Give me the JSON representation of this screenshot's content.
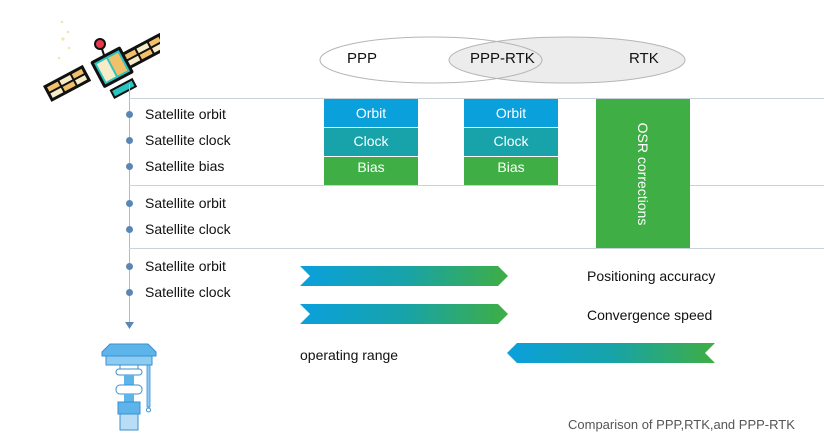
{
  "venn": {
    "left": "PPP",
    "overlap": "PPP-RTK",
    "right": "RTK"
  },
  "groups": [
    {
      "items": [
        "Satellite orbit",
        "Satellite clock",
        "Satellite bias"
      ]
    },
    {
      "items": [
        "Satellite orbit",
        "Satellite clock"
      ]
    },
    {
      "items": [
        "Satellite orbit",
        "Satellite clock"
      ]
    }
  ],
  "ppp_boxes": [
    "Orbit",
    "Clock",
    "Bias"
  ],
  "ppprtk_boxes": [
    "Orbit",
    "Clock",
    "Bias"
  ],
  "rtk_box": "OSR corrections",
  "metrics": {
    "accuracy": "Positioning accuracy",
    "convergence": "Convergence speed",
    "range": "operating range"
  },
  "caption": "Comparison of PPP,RTK,and PPP-RTK",
  "colors": {
    "orbit": "#0aa0dc",
    "clock": "#17a3a9",
    "bias": "#3fae44",
    "gradient_start": "#0aa0dc",
    "gradient_end": "#3fae44"
  },
  "icons": {
    "top": "satellite-icon",
    "bottom": "gnss-receiver-icon"
  }
}
